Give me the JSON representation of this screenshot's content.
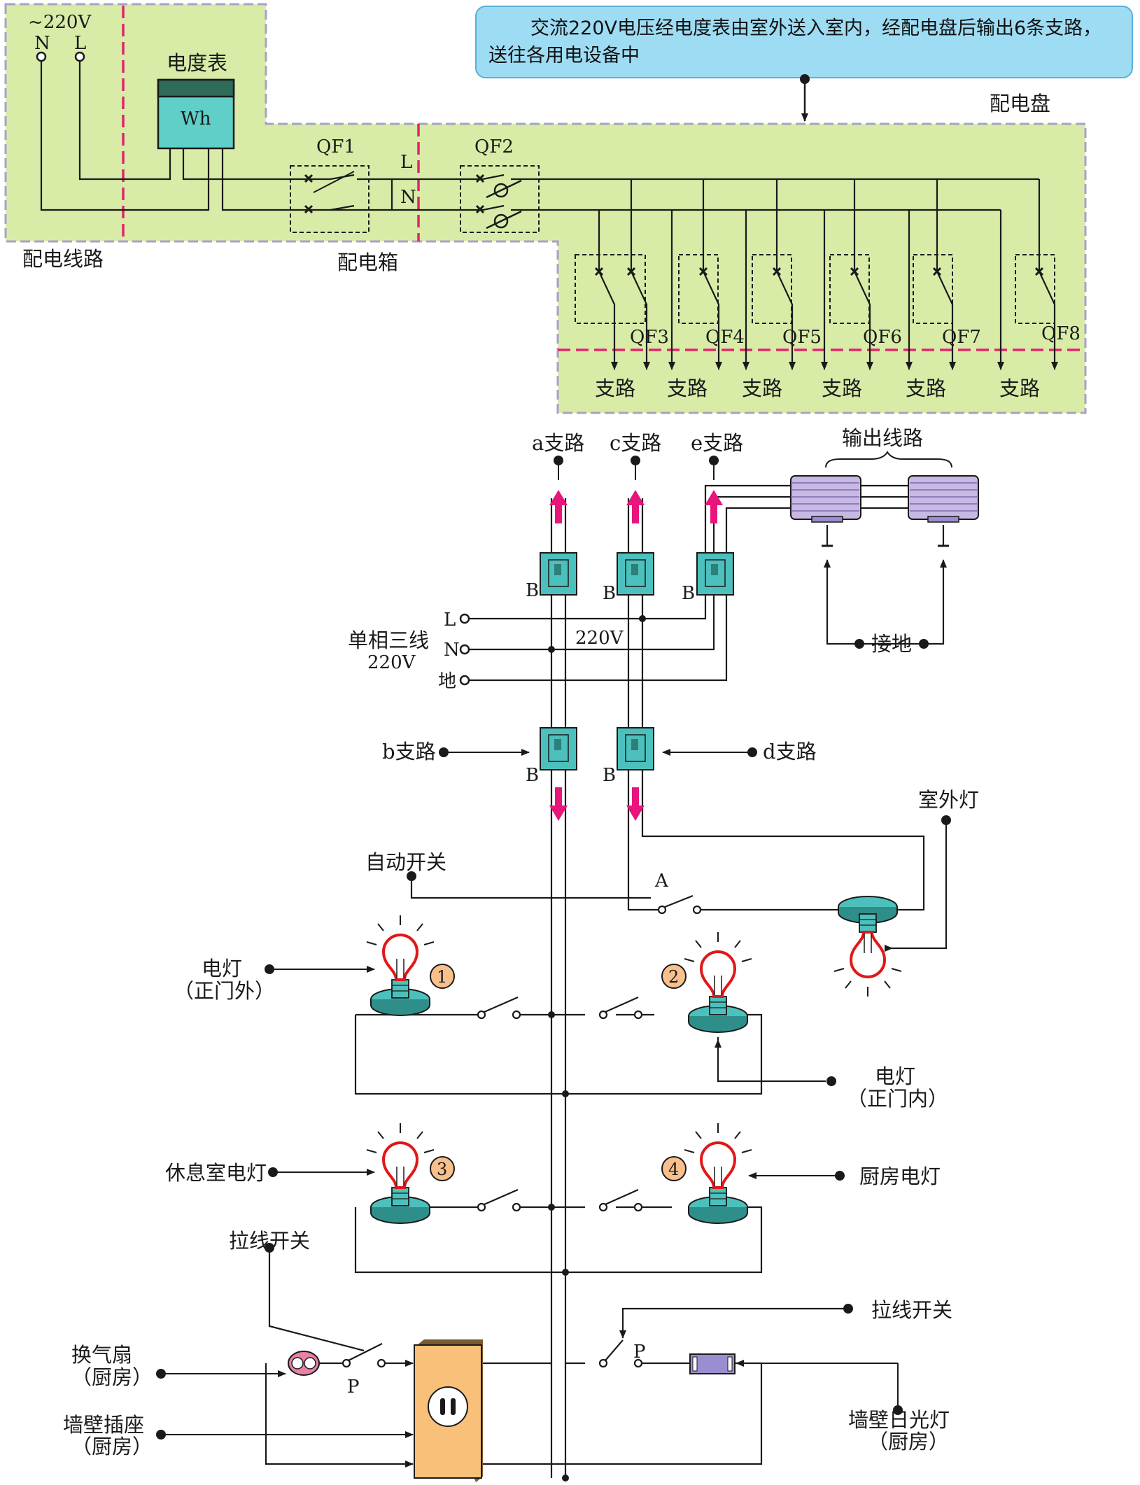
{
  "note": {
    "line1": "交流220V电压经电度表由室外送入室内，经配电盘后输出6条支路，",
    "line2": "送往各用电设备中"
  },
  "top": {
    "voltage": "~220V",
    "n": "N",
    "l": "L",
    "meter_title": "电度表",
    "meter_unit": "Wh",
    "qf1": "QF1",
    "qf2": "QF2",
    "line_l": "L",
    "line_n": "N",
    "zone_line": "配电线路",
    "zone_box": "配电箱",
    "zone_panel": "配电盘",
    "breakers": [
      "QF3",
      "QF4",
      "QF5",
      "QF6",
      "QF7",
      "QF8"
    ],
    "branch": "支路"
  },
  "bottom": {
    "branch_a": "a支路",
    "branch_c": "c支路",
    "branch_e": "e支路",
    "output_line": "输出线路",
    "breaker_b": "B",
    "l": "L",
    "n": "N",
    "ground": "地",
    "supply_line1": "单相三线",
    "supply_line2": "220V",
    "voltage": "220V",
    "earth": "接地",
    "branch_b": "b支路",
    "branch_d": "d支路",
    "outdoor_light": "室外灯",
    "auto_switch": "自动开关",
    "switch_a": "A",
    "lamp1_line1": "电灯",
    "lamp1_line2": "（正门外）",
    "lamp2_line1": "电灯",
    "lamp2_line2": "（正门内）",
    "rest_light": "休息室电灯",
    "kitchen_light": "厨房电灯",
    "pull_switch": "拉线开关",
    "fan_line1": "换气扇",
    "fan_line2": "（厨房）",
    "socket_line1": "墙壁插座",
    "socket_line2": "（厨房）",
    "tube_line1": "墙壁日光灯",
    "tube_line2": "（厨房）",
    "p": "P",
    "nums": [
      "1",
      "2",
      "3",
      "4"
    ]
  },
  "colors": {
    "panel_green": "#d8eca8",
    "dash_border": "#a8a0c8",
    "divider_red": "#e0246c",
    "meter_teal": "#5fcfc8",
    "meter_dark": "#2e6b58",
    "note_blue": "#9edcf4",
    "breaker_teal": "#4cc0bc",
    "arrow_pink": "#e8157c",
    "socket_orange": "#f8c078",
    "number_orange": "#f8c08c",
    "bulb_red": "#e01818",
    "tube_purple": "#9c8cd0",
    "fan_pink": "#e880a8"
  }
}
